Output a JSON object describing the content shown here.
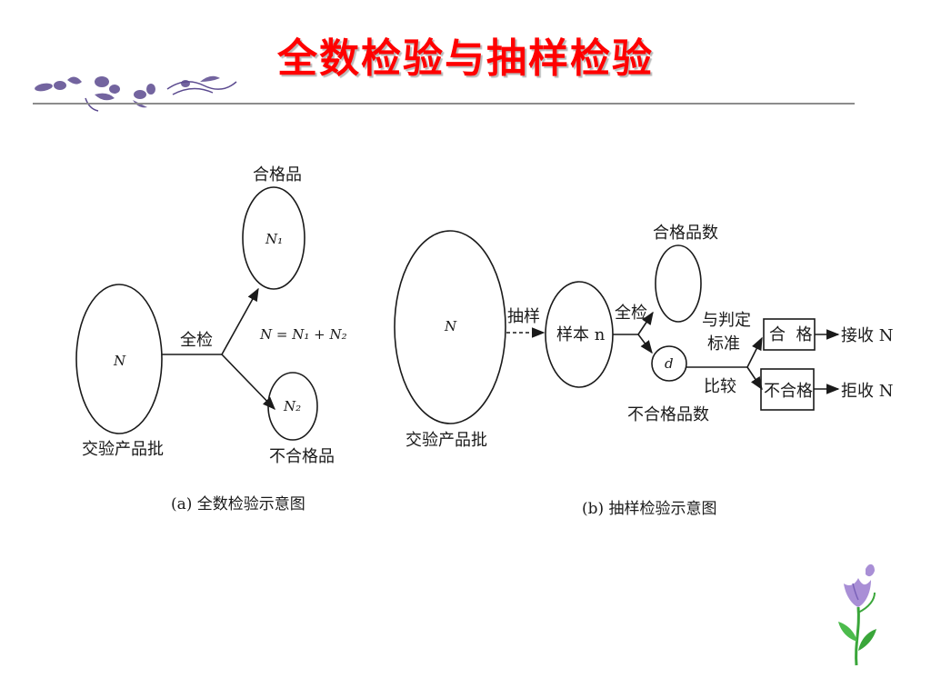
{
  "slide": {
    "title": "全数检验与抽样检验"
  },
  "diagram_a": {
    "lot_symbol": "N",
    "lot_label": "交验产品批",
    "action": "全检",
    "good_symbol": "N₁",
    "good_label": "合格品",
    "bad_symbol": "N₂",
    "bad_label": "不合格品",
    "equation": "N = N₁ + N₂",
    "caption": "(a) 全数检验示意图"
  },
  "diagram_b": {
    "lot_symbol": "N",
    "lot_label": "交验产品批",
    "sampling": "抽样",
    "sample": "样本 n",
    "inspect": "全检",
    "good_count_label": "合格品数",
    "defect_symbol": "d",
    "defect_count_label": "不合格品数",
    "compare_1": "与判定",
    "compare_2": "标准",
    "compare_3": "比较",
    "pass": "合  格",
    "fail": "不合格",
    "accept": "接收 N",
    "reject": "拒收 N",
    "caption": "(b) 抽样检验示意图"
  },
  "colors": {
    "title": "#ff0000",
    "ink": "#1a1a1a",
    "rule": "#8c8c8c",
    "flower_petal": "#a98fd6",
    "flower_stem": "#3aa63a"
  }
}
